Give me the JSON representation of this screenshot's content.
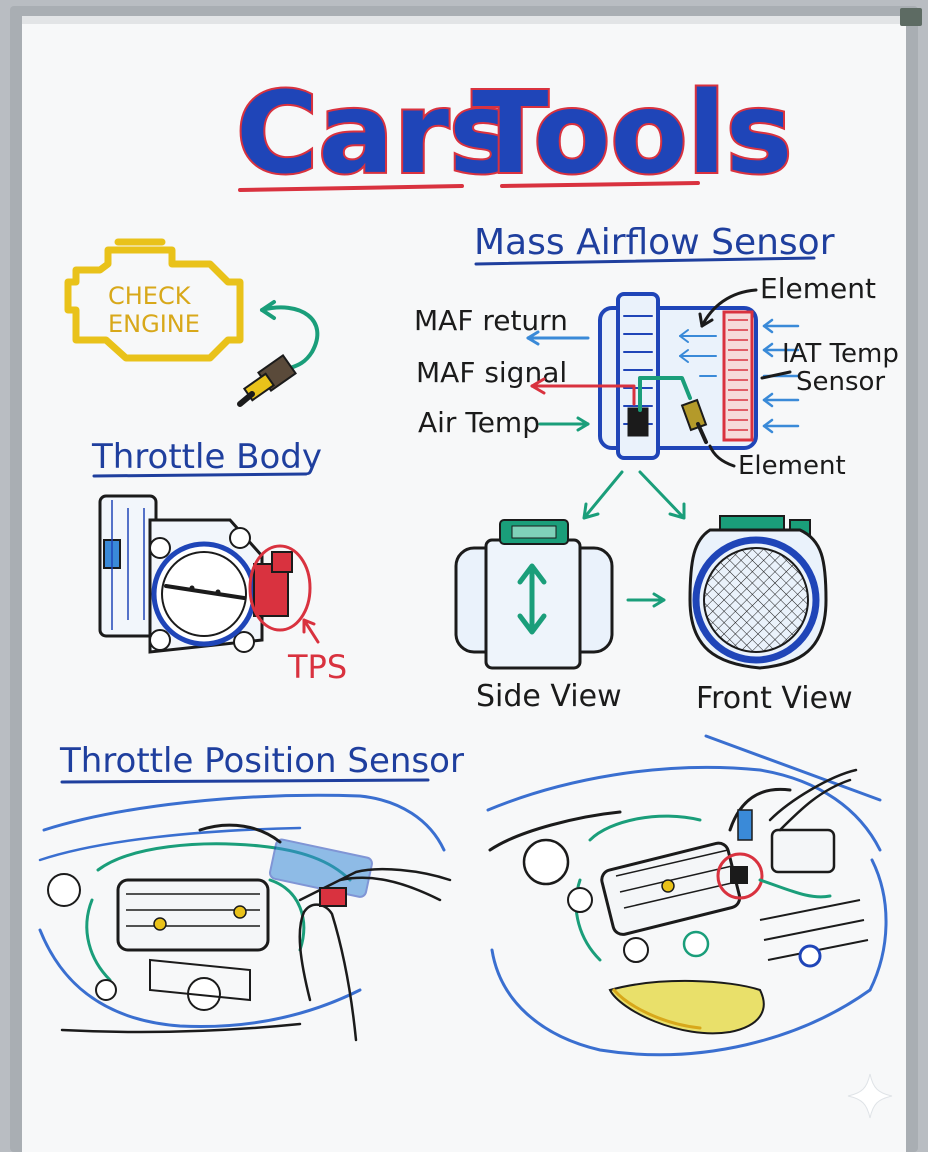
{
  "title": {
    "cars": "Cars",
    "tools": "Tools"
  },
  "labels": {
    "check": "CHECK",
    "engine": "ENGINE",
    "mass_airflow_sensor": "Mass Airflow Sensor",
    "element_top": "Element",
    "element_bottom": "Element",
    "maf_return": "MAF return",
    "maf_signal": "MAF signal",
    "air_temp": "Air Temp",
    "iat_temp": "IAT Temp",
    "iat_sensor": "Sensor",
    "throttle_body": "Throttle Body",
    "tps": "TPS",
    "side_view": "Side View",
    "front_view": "Front View",
    "throttle_position_sensor": "Throttle Position Sensor"
  },
  "colors": {
    "blue": "#1f3f9e",
    "red": "#d9323f",
    "green": "#1a9e7a",
    "yellow": "#e9c21a",
    "black": "#1b1b1b",
    "board": "#f7f8f9",
    "frame": "#a9aeb3"
  },
  "icons": [
    "check-engine-icon",
    "temp-sensor-icon",
    "sparkle-icon"
  ]
}
